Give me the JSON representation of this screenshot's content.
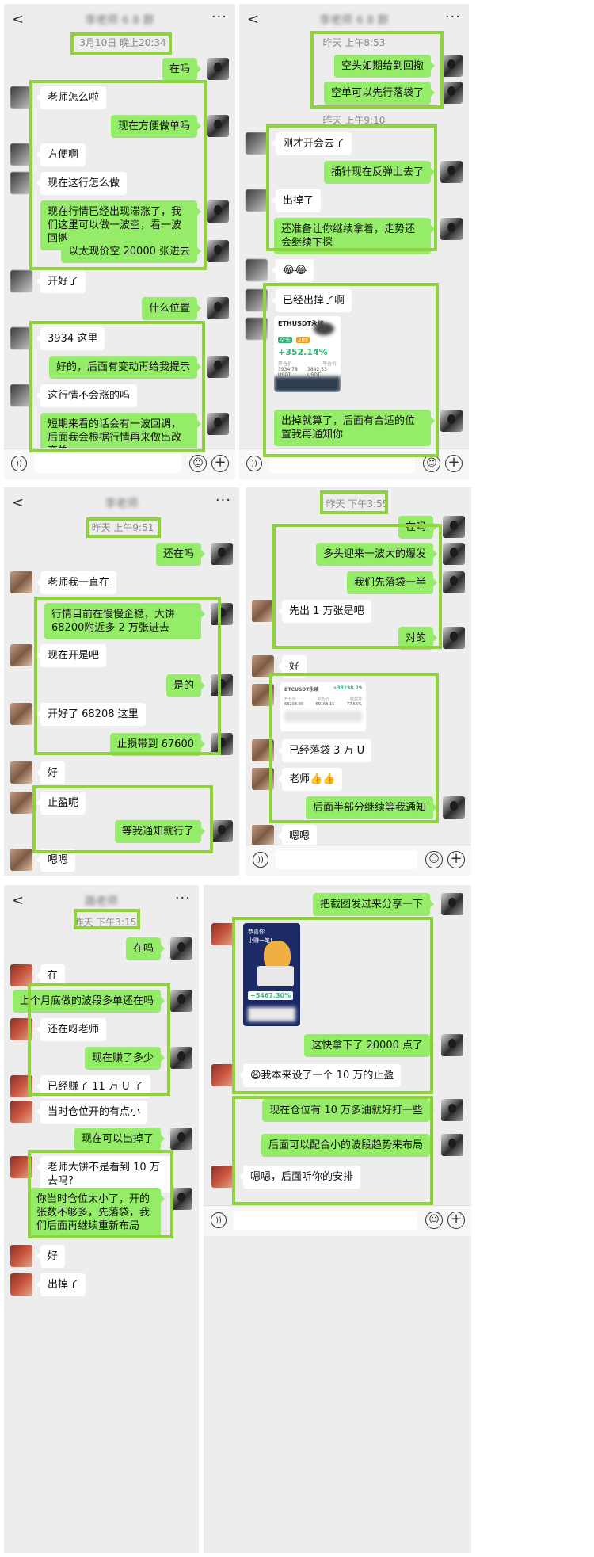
{
  "ui": {
    "back": "<",
    "more": "···",
    "voice": "))",
    "emoji": "☺",
    "plus": "+"
  },
  "panel1": {
    "title": "李老师 6 8 群",
    "timestamp": "3月10日 晚上20:34",
    "msgs": [
      "在吗",
      "老师怎么啦",
      "现在方便做单吗",
      "方便啊",
      "现在这行怎么做",
      "现在行情已经出现滞涨了，我们这里可以做一波空，看一波回撤",
      "以太现价空 20000 张进去",
      "开好了",
      "什么位置",
      "3934 这里",
      "好的，后面有变动再给我提示",
      "这行情不会涨的吗",
      "短期来看的话会有一波回调，后面我会根据行情再来做出改变的"
    ]
  },
  "panel2": {
    "title": "李老师 6 8 群",
    "timestamp1": "昨天 上午8:53",
    "timestamp2": "昨天 上午9:10",
    "msgs": [
      "空头如期给到回撤",
      "空单可以先行落袋了",
      "刚才开会去了",
      "插针现在反弹上去了",
      "出掉了",
      "还准备让你继续拿着，走势还会继续下探",
      "😂😂",
      "已经出掉了啊",
      "出掉就算了，后面有合适的位置我再通知你"
    ],
    "card": {
      "symbol": "ETHUSDT永续",
      "tag1": "空头",
      "tag2": "20x",
      "pct": "+352.14%",
      "l1": "开仓价",
      "l2": "平仓价",
      "v1": "3934.78 USDT",
      "v2": "3842.33 USDT"
    }
  },
  "panel3": {
    "title": "李老师",
    "timestamp": "昨天 上午9:51",
    "msgs": [
      "还在吗",
      "老师我一直在",
      "行情目前在慢慢企稳，大饼 68200附近多 2 万张进去",
      "现在开是吧",
      "是的",
      "开好了 68208 这里",
      "止损带到 67600",
      "好",
      "止盈呢",
      "等我通知就行了",
      "嗯嗯"
    ]
  },
  "panel4": {
    "timestamp": "昨天 下午3:55",
    "msgs": [
      "在吗",
      "多头迎来一波大的爆发",
      "我们先落袋一半",
      "先出 1 万张是吧",
      "对的",
      "好",
      "已经落袋 3 万 U",
      "老师👍👍",
      "后面半部分继续等我通知",
      "嗯嗯"
    ],
    "card": {
      "symbol": "BTCUSDT永续",
      "pct": "+38198.29",
      "l1": "开仓价",
      "l2": "平仓价",
      "l3": "收益率",
      "v1": "68208.00",
      "v2": "69168.15",
      "v3": "77.56%"
    }
  },
  "panel5": {
    "title": "路老师",
    "timestamp": "昨天 下午3:15",
    "msgs": [
      "在吗",
      "在",
      "上个月底做的波段多单还在吗",
      "还在呀老师",
      "现在赚了多少",
      "已经赚了 11 万 U 了",
      "当时仓位开的有点小",
      "现在可以出掉了",
      "老师大饼不是看到 10 万去吗?",
      "你当时仓位太小了，开的张数不够多，先落袋，我们后面再继续重新布局",
      "好",
      "出掉了"
    ]
  },
  "panel6": {
    "msgs": [
      "把截图发过来分享一下",
      "这快拿下了 20000 点了",
      "😩我本来设了一个 10 万的止盈",
      "现在仓位有 10 万多油就好打一些",
      "后面可以配合小的波段趋势来布局",
      "嗯嗯，后面听你的安排"
    ],
    "poster": {
      "t1": "恭喜你",
      "t2": "小赚一笔!",
      "pct": "+5467.30%"
    }
  },
  "colors": {
    "highlight": "#8fd33c",
    "out": "#95ec69",
    "in": "#ffffff",
    "bg": "#ededed"
  }
}
